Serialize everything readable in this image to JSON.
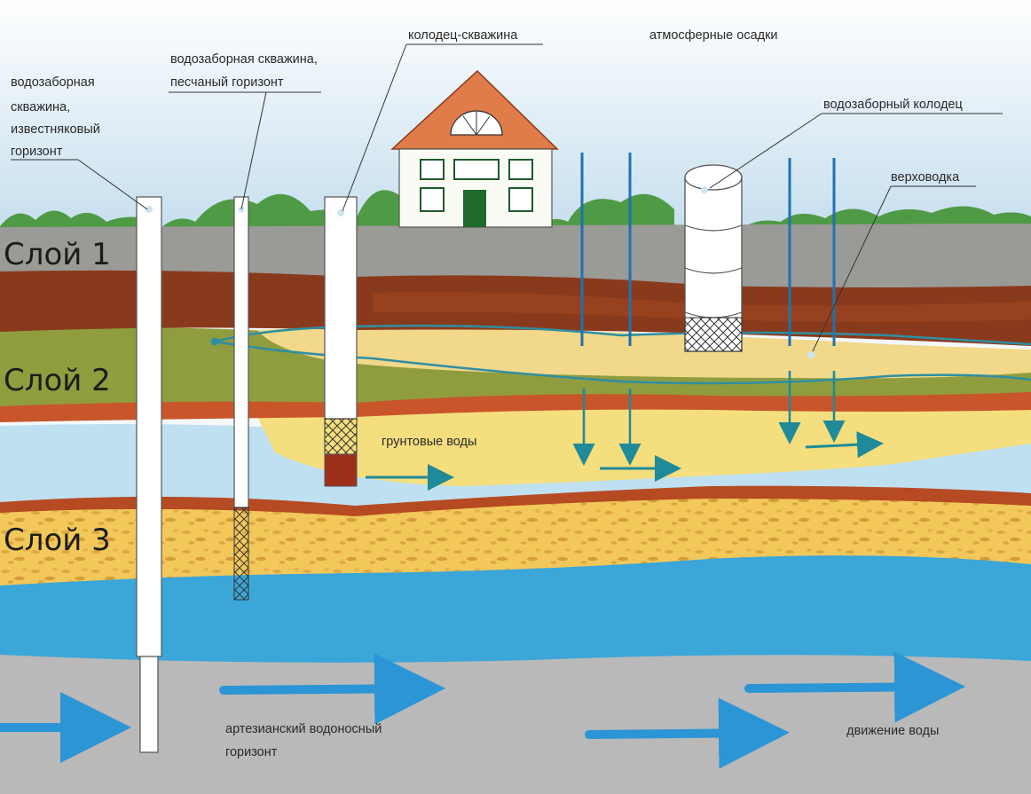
{
  "labels": {
    "well_limestone": [
      "водозаборная",
      "скважина,",
      "известняковый",
      "горизонт"
    ],
    "well_sand": [
      "водозаборная скважина,",
      "песчаный горизонт"
    ],
    "dug_well_borehole": "колодец-скважина",
    "precipitation": "атмосферные осадки",
    "intake_well": "водозаборный колодец",
    "perched_water": "верховодка",
    "groundwater": "грунтовые воды",
    "artesian": [
      "артезианский водоносный",
      "горизонт"
    ],
    "water_movement": "движение воды"
  },
  "layers": [
    "Слой 1",
    "Слой 2",
    "Слой 3"
  ],
  "colors": {
    "sky": "#cfe3f0",
    "grass": "#4f9a45",
    "topsoil": "#9a9a96",
    "brown_clay": "#8a3a1c",
    "olive": "#8c9a3a",
    "sand_yellow": "#f2d77a",
    "aquifer_blue": "#3ba6d8",
    "bedrock_gray": "#b9b9b9",
    "arrow_teal": "#1f8a9a",
    "arrow_blue": "#2b95d6"
  }
}
